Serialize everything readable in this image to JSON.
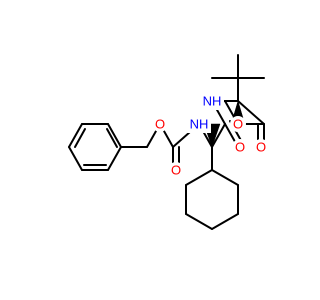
{
  "atom_labels": {
    "carbamate_o_ether": "O",
    "carbamate_o_carbonyl": "O",
    "carbamate_nh": "NH",
    "amide_o": "O",
    "amide_nh": "NH",
    "ester_o_carbonyl": "O",
    "ester_o_methoxy": "O"
  },
  "colors": {
    "bond": "#000000",
    "oxygen": "#ff0000",
    "nitrogen": "#0000ff",
    "background": "#ffffff"
  }
}
